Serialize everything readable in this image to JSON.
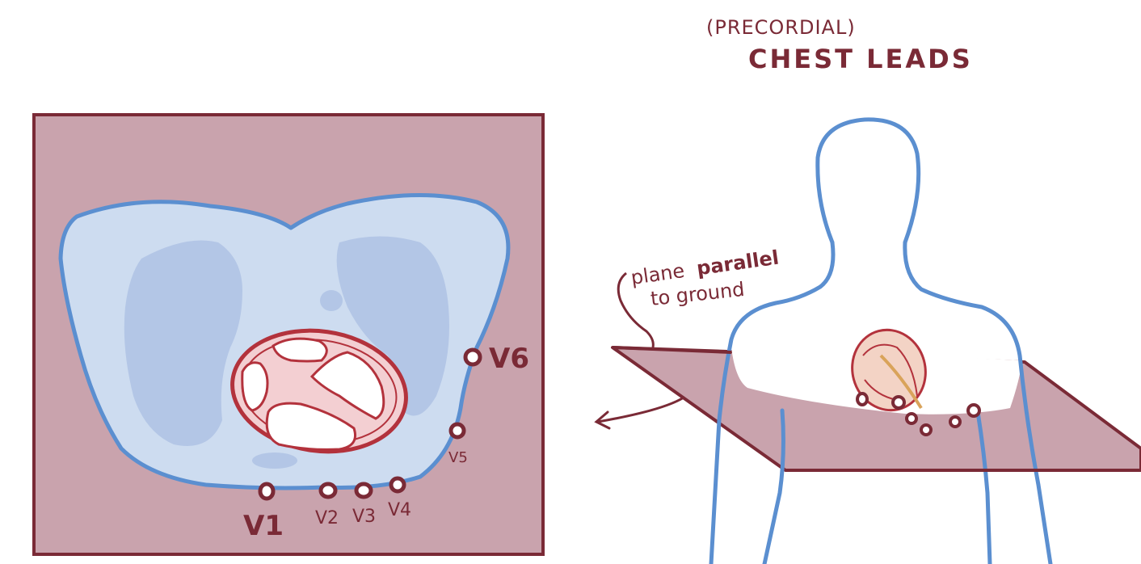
{
  "title": {
    "line1": "(PRECORDIAL)",
    "line2": "CHEST LEADS"
  },
  "annotation": {
    "line1_a": "plane",
    "line1_b": "parallel",
    "line2": "to ground"
  },
  "cross_section_leads": {
    "v1": "V1",
    "v2": "V2",
    "v3": "V3",
    "v4": "V4",
    "v5": "V5",
    "v6": "V6"
  },
  "colors": {
    "ink": "#7a2a36",
    "panel_mauve": "#c9a3ad",
    "body_outline": "#5b8fd0",
    "chest_fill": "#cddcf0",
    "lung_fill": "#b3c6e6",
    "heart_fill": "#f3cfd2",
    "heart_outline": "#b3323c"
  },
  "icons": [
    "heart-icon",
    "human-torso-icon",
    "arrow-icon"
  ]
}
